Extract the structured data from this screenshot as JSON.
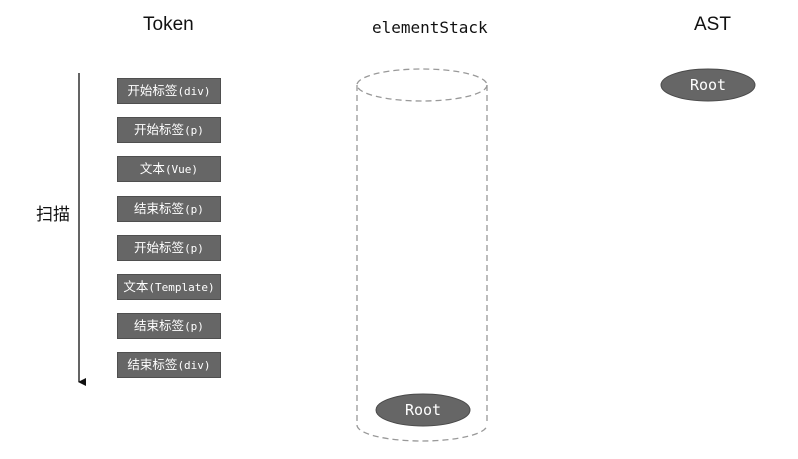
{
  "headings": {
    "token": "Token",
    "element_stack": "elementStack",
    "ast": "AST"
  },
  "scan_label": "扫描",
  "tokens": [
    {
      "text": "开始标签",
      "arg": "(div)"
    },
    {
      "text": "开始标签",
      "arg": "(p)"
    },
    {
      "text": "文本",
      "arg": "(Vue)"
    },
    {
      "text": "结束标签",
      "arg": "(p)"
    },
    {
      "text": "开始标签",
      "arg": "(p)"
    },
    {
      "text": "文本",
      "arg": "(Template)"
    },
    {
      "text": "结束标签",
      "arg": "(p)"
    },
    {
      "text": "结束标签",
      "arg": "(div)"
    }
  ],
  "stack_items": [
    "Root"
  ],
  "ast_nodes": [
    "Root"
  ],
  "colors": {
    "token_fill": "#666666",
    "node_fill": "#666666",
    "dashed_outline": "#999999",
    "arrow": "#111111"
  }
}
